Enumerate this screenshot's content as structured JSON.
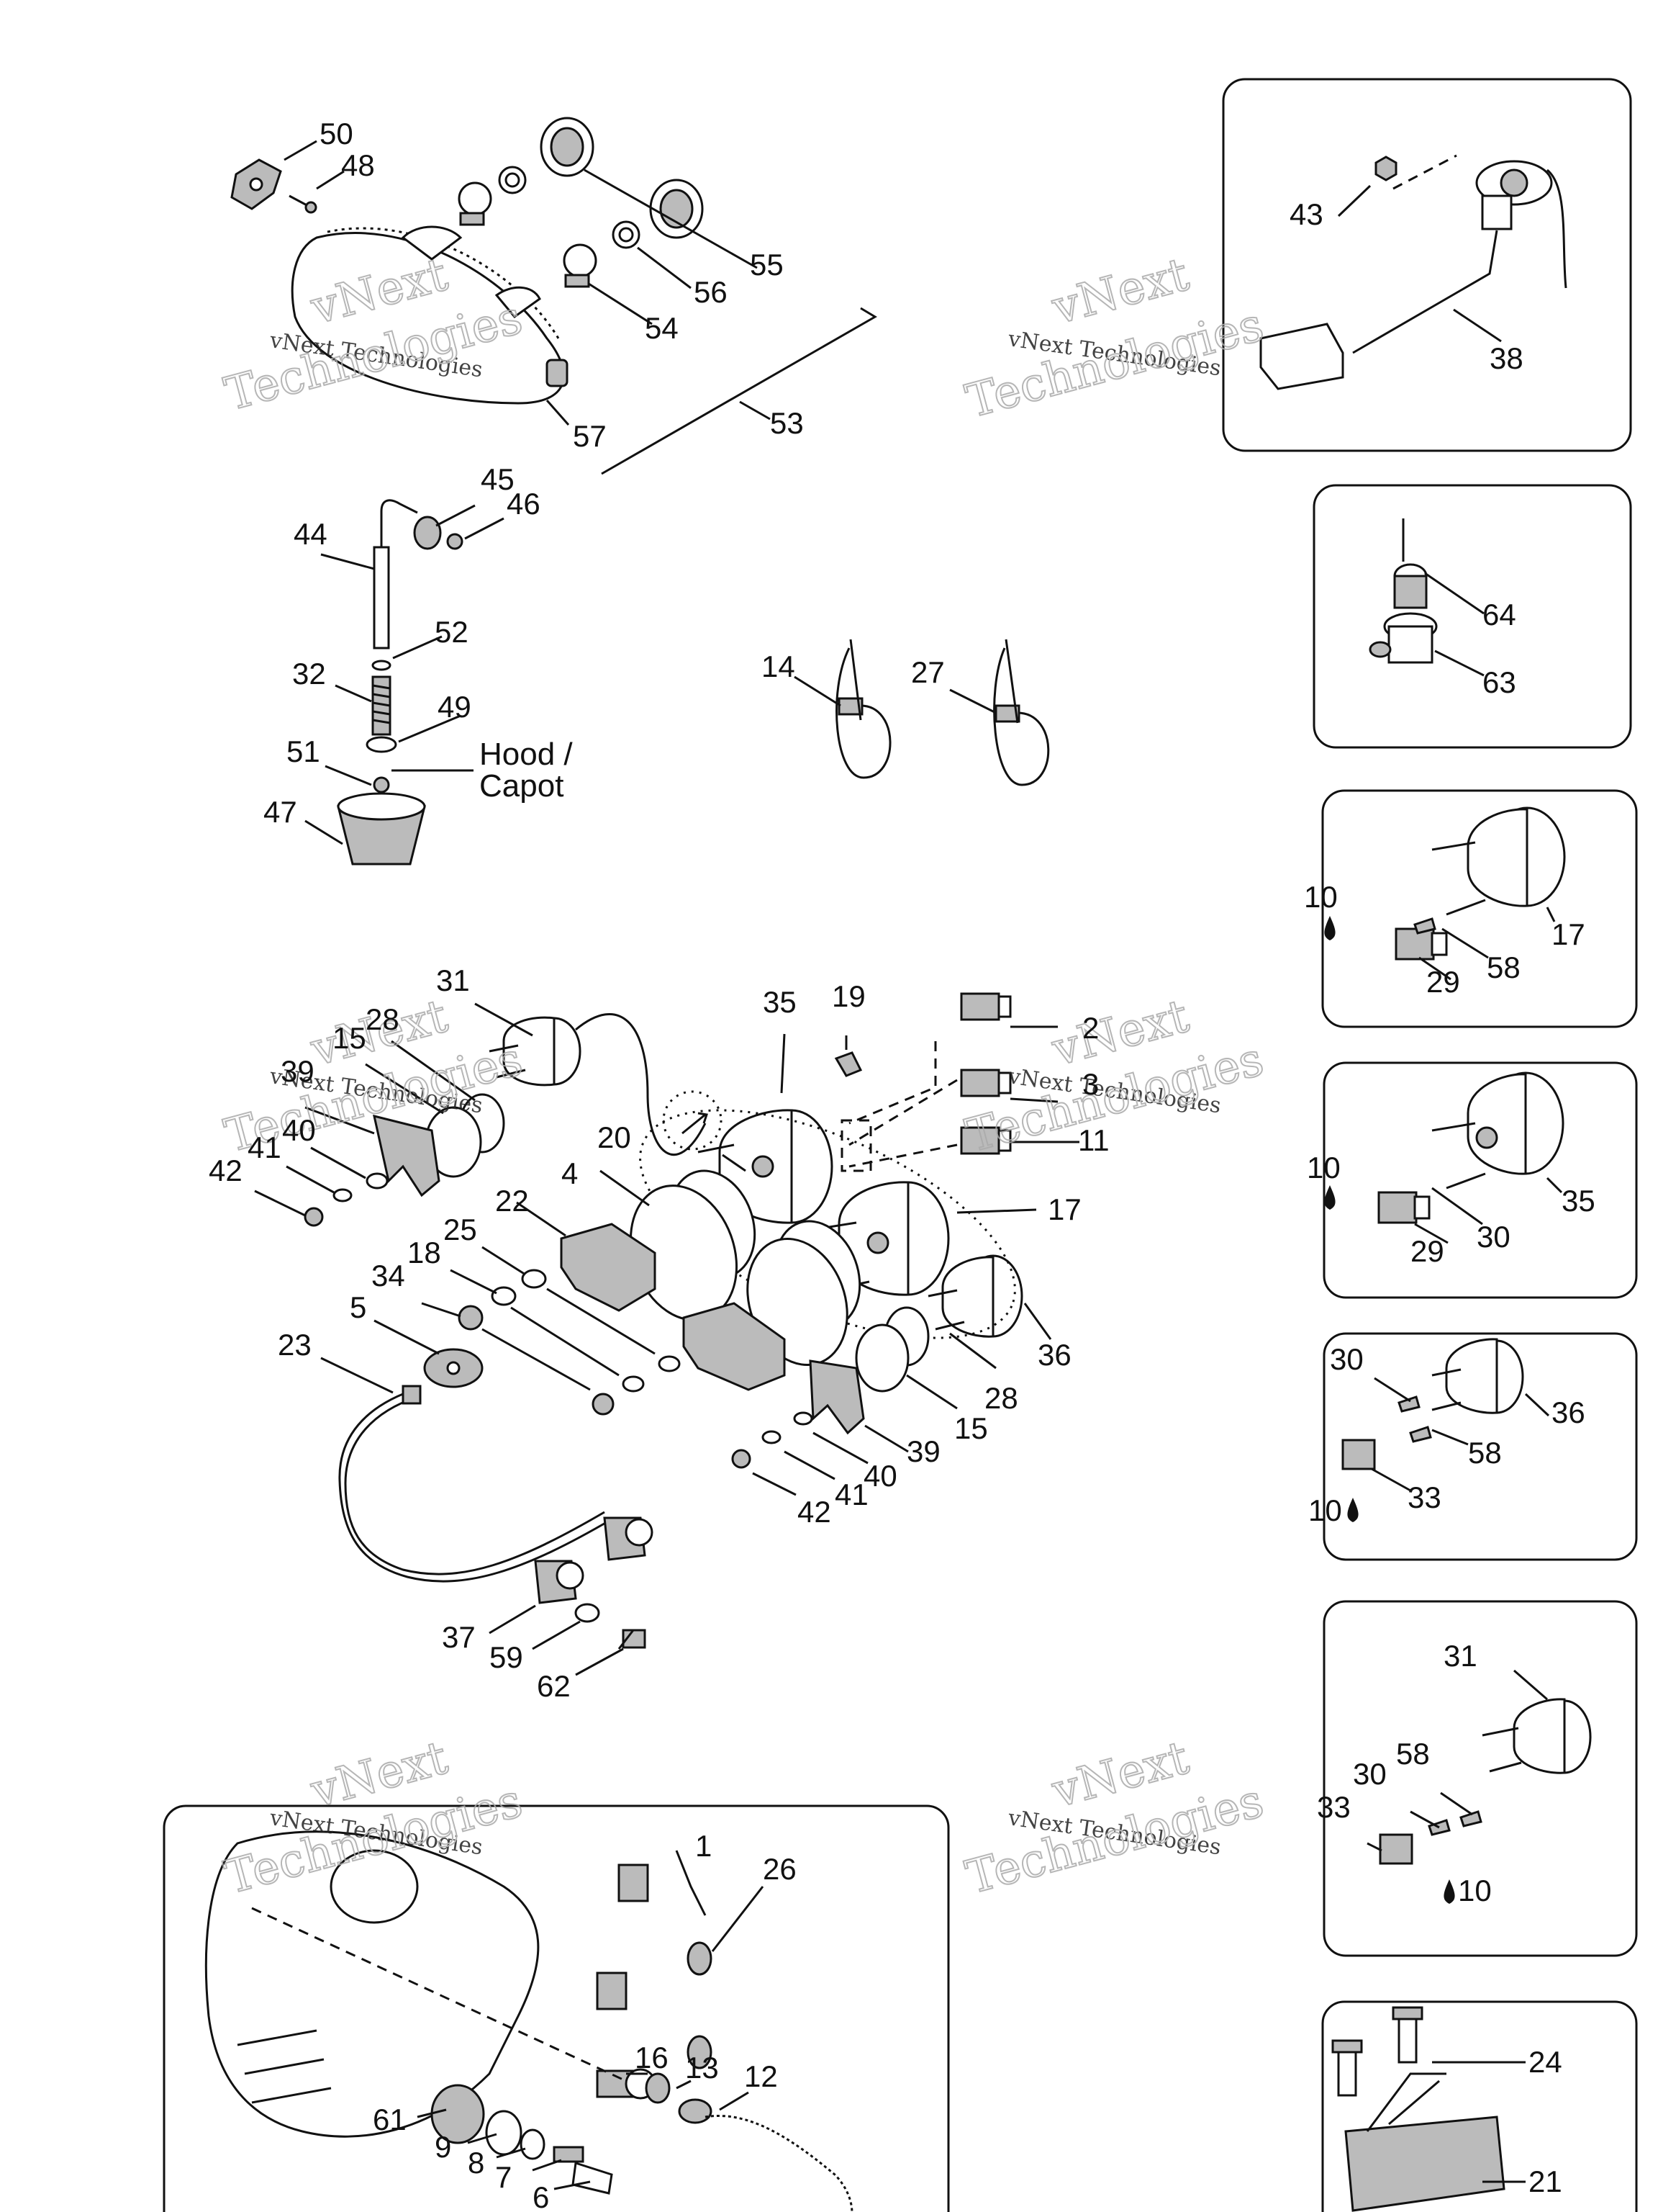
{
  "watermark": {
    "line1": "vNext Technologies",
    "line2": "vNext",
    "line3": "Technologies"
  },
  "annotations": {
    "hood_line1": "Hood /",
    "hood_line2": "Capot"
  },
  "parts": [
    {
      "id": "p50",
      "label": "50"
    },
    {
      "id": "p48",
      "label": "48"
    },
    {
      "id": "p55a",
      "label": "55"
    },
    {
      "id": "p56",
      "label": "56"
    },
    {
      "id": "p54",
      "label": "54"
    },
    {
      "id": "p57",
      "label": "57"
    },
    {
      "id": "p53",
      "label": "53"
    },
    {
      "id": "p43",
      "label": "43"
    },
    {
      "id": "p38",
      "label": "38"
    },
    {
      "id": "p45",
      "label": "45"
    },
    {
      "id": "p46",
      "label": "46"
    },
    {
      "id": "p44",
      "label": "44"
    },
    {
      "id": "p52",
      "label": "52"
    },
    {
      "id": "p32",
      "label": "32"
    },
    {
      "id": "p49",
      "label": "49"
    },
    {
      "id": "p51",
      "label": "51"
    },
    {
      "id": "p47",
      "label": "47"
    },
    {
      "id": "p14",
      "label": "14"
    },
    {
      "id": "p27",
      "label": "27"
    },
    {
      "id": "p64",
      "label": "64"
    },
    {
      "id": "p63",
      "label": "63"
    },
    {
      "id": "p10a",
      "label": "10"
    },
    {
      "id": "p17a",
      "label": "17"
    },
    {
      "id": "p29a",
      "label": "29"
    },
    {
      "id": "p58a",
      "label": "58"
    },
    {
      "id": "p31a",
      "label": "31"
    },
    {
      "id": "p28a",
      "label": "28"
    },
    {
      "id": "p15a",
      "label": "15"
    },
    {
      "id": "p39a",
      "label": "39"
    },
    {
      "id": "p40a",
      "label": "40"
    },
    {
      "id": "p41a",
      "label": "41"
    },
    {
      "id": "p42a",
      "label": "42"
    },
    {
      "id": "p35",
      "label": "35"
    },
    {
      "id": "p19",
      "label": "19"
    },
    {
      "id": "p2",
      "label": "2"
    },
    {
      "id": "p3",
      "label": "3"
    },
    {
      "id": "p11",
      "label": "11"
    },
    {
      "id": "p20",
      "label": "20"
    },
    {
      "id": "p4",
      "label": "4"
    },
    {
      "id": "p17b",
      "label": "17"
    },
    {
      "id": "p22",
      "label": "22"
    },
    {
      "id": "p25",
      "label": "25"
    },
    {
      "id": "p18",
      "label": "18"
    },
    {
      "id": "p34",
      "label": "34"
    },
    {
      "id": "p5",
      "label": "5"
    },
    {
      "id": "p23",
      "label": "23"
    },
    {
      "id": "p36a",
      "label": "36"
    },
    {
      "id": "p28b",
      "label": "28"
    },
    {
      "id": "p15b",
      "label": "15"
    },
    {
      "id": "p39b",
      "label": "39"
    },
    {
      "id": "p40b",
      "label": "40"
    },
    {
      "id": "p41b",
      "label": "41"
    },
    {
      "id": "p42b",
      "label": "42"
    },
    {
      "id": "p37",
      "label": "37"
    },
    {
      "id": "p59",
      "label": "59"
    },
    {
      "id": "p62",
      "label": "62"
    },
    {
      "id": "p10b",
      "label": "10"
    },
    {
      "id": "p35b",
      "label": "35"
    },
    {
      "id": "p29b",
      "label": "29"
    },
    {
      "id": "p30a",
      "label": "30"
    },
    {
      "id": "p30b",
      "label": "30"
    },
    {
      "id": "p36b",
      "label": "36"
    },
    {
      "id": "p58b",
      "label": "58"
    },
    {
      "id": "p33a",
      "label": "33"
    },
    {
      "id": "p10c",
      "label": "10"
    },
    {
      "id": "p31b",
      "label": "31"
    },
    {
      "id": "p58c",
      "label": "58"
    },
    {
      "id": "p30c",
      "label": "30"
    },
    {
      "id": "p33b",
      "label": "33"
    },
    {
      "id": "p10d",
      "label": "10"
    },
    {
      "id": "p1",
      "label": "1"
    },
    {
      "id": "p26",
      "label": "26"
    },
    {
      "id": "p16",
      "label": "16"
    },
    {
      "id": "p13",
      "label": "13"
    },
    {
      "id": "p12",
      "label": "12"
    },
    {
      "id": "p61",
      "label": "61"
    },
    {
      "id": "p9",
      "label": "9"
    },
    {
      "id": "p8",
      "label": "8"
    },
    {
      "id": "p7",
      "label": "7"
    },
    {
      "id": "p6",
      "label": "6"
    },
    {
      "id": "p24",
      "label": "24"
    },
    {
      "id": "p21",
      "label": "21"
    }
  ]
}
